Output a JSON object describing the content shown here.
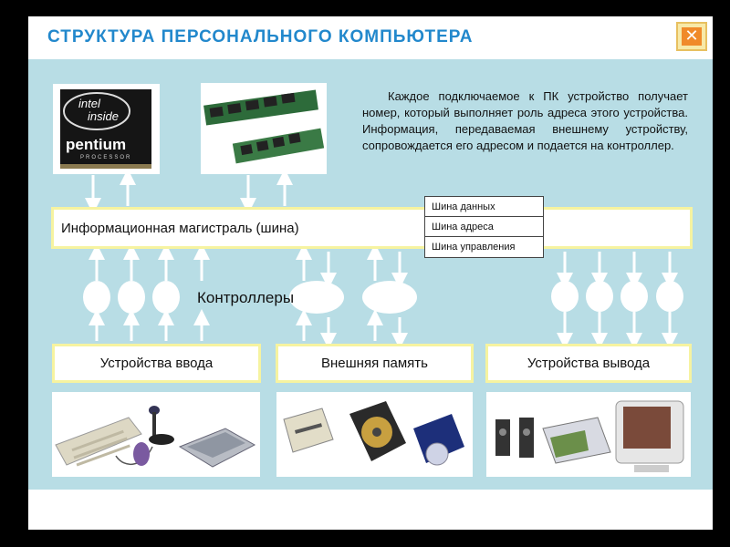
{
  "title": "СТРУКТУРА ПЕРСОНАЛЬНОГО КОМПЬЮТЕРА",
  "close_label": "✕",
  "note": "Каждое подключаемое к ПК устройство получает номер, который выполняет роль адреса этого устройства. Информация, передаваемая внешнему устройству, сопровождается его адресом и подается на контроллер.",
  "bus_label": "Информационная магистраль (шина)",
  "bus_types": [
    "Шина данных",
    "Шина адреса",
    "Шина управления"
  ],
  "controllers_label": "Контроллеры",
  "devices": [
    "Устройства ввода",
    "Внешняя память",
    "Устройства вывода"
  ],
  "cpu_logo": {
    "line1": "intel",
    "line2": "inside",
    "brand": "pentium",
    "sub": "PROCESSOR"
  },
  "colors": {
    "panel": "#b8dde5",
    "box_border": "#f6f3a0",
    "title": "#2288cc",
    "close": "#f08a2a"
  }
}
